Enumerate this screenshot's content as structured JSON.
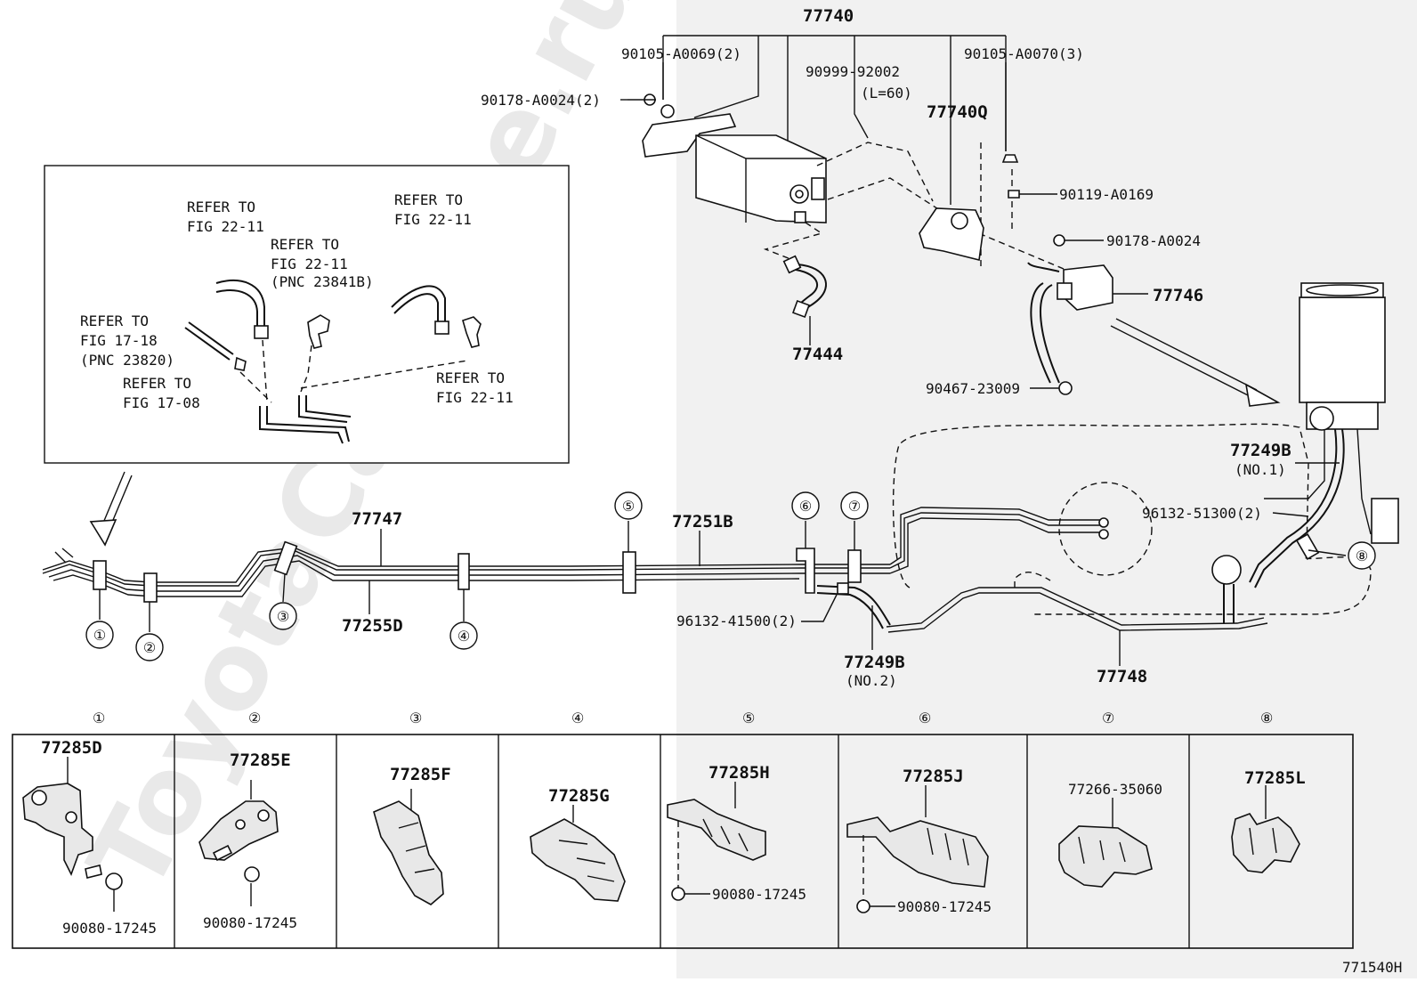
{
  "watermark": "ToyotaCarMine.ru",
  "diagram_code": "771540H",
  "labels": {
    "top_assembly": "77740",
    "bolt_a0069": "90105-A0069(2)",
    "bolt_a0070": "90105-A0070(3)",
    "nut_a0024_2": "90178-A0024(2)",
    "tube_92002": "90999-92002",
    "tube_length": "(L=60)",
    "bracket_77740q": "77740Q",
    "bolt_a0169": "90119-A0169",
    "nut_a0024": "90178-A0024",
    "valve_77746": "77746",
    "hose_77444": "77444",
    "clip_23009": "90467-23009",
    "hose_77249b_no1": "77249B",
    "hose_77249b_no1_sub": "(NO.1)",
    "clamp_51300": "96132-51300(2)",
    "pipe_77747": "77747",
    "pipe_77251b": "77251B",
    "pipe_77255d": "77255D",
    "clamp_41500": "96132-41500(2)",
    "hose_77249b_no2": "77249B",
    "hose_77249b_no2_sub": "(NO.2)",
    "pipe_77748": "77748"
  },
  "inset": {
    "ref_a_1": "REFER TO",
    "ref_a_2": "FIG 22-11",
    "ref_b_1": "REFER TO",
    "ref_b_2": "FIG 22-11",
    "ref_b_3": "(PNC 23841B)",
    "ref_c_1": "REFER TO",
    "ref_c_2": "FIG 22-11",
    "ref_d_1": "REFER TO",
    "ref_d_2": "FIG 17-18",
    "ref_d_3": "(PNC 23820)",
    "ref_e_1": "REFER TO",
    "ref_e_2": "FIG 17-08",
    "ref_f_1": "REFER TO",
    "ref_f_2": "FIG 22-11"
  },
  "callouts": [
    "①",
    "②",
    "③",
    "④",
    "⑤",
    "⑥",
    "⑦",
    "⑧"
  ],
  "table": [
    {
      "num": "①",
      "part": "77285D",
      "nut": "90080-17245"
    },
    {
      "num": "②",
      "part": "77285E",
      "nut": "90080-17245"
    },
    {
      "num": "③",
      "part": "77285F",
      "nut": ""
    },
    {
      "num": "④",
      "part": "77285G",
      "nut": ""
    },
    {
      "num": "⑤",
      "part": "77285H",
      "nut": "90080-17245"
    },
    {
      "num": "⑥",
      "part": "77285J",
      "nut": "90080-17245"
    },
    {
      "num": "⑦",
      "part": "77266-35060",
      "nut": ""
    },
    {
      "num": "⑧",
      "part": "77285L",
      "nut": ""
    }
  ]
}
